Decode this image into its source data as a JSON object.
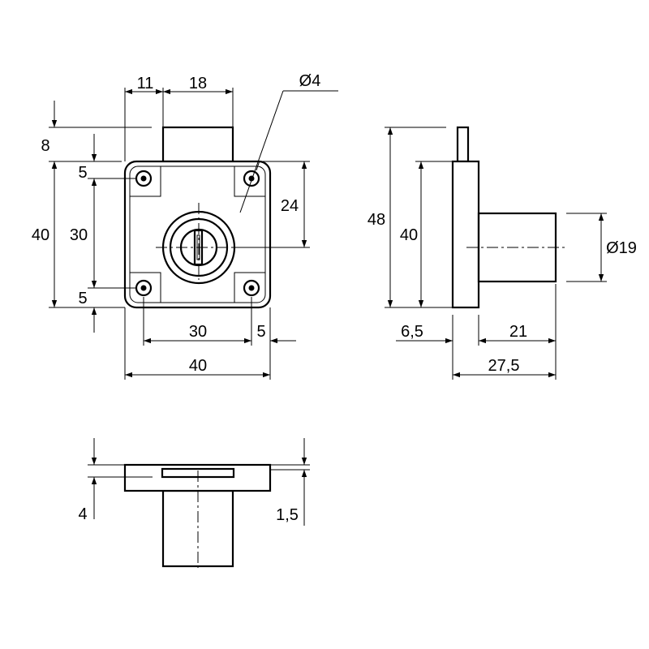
{
  "front_view": {
    "width_total": "40",
    "hole_spacing_h": "30",
    "edge_offset_right": "5",
    "width_left_offset": "11",
    "bolt_width": "18",
    "hole_diameter": "Ø4",
    "bolt_protrusion": "8",
    "height_total": "40",
    "hole_spacing_v": "30",
    "edge_offset_top": "5",
    "edge_offset_bottom": "5",
    "cylinder_center_height": "24"
  },
  "side_view": {
    "overall_height": "48",
    "plate_height": "40",
    "cylinder_diameter": "Ø19",
    "plate_thickness": "6,5",
    "cylinder_length": "21",
    "overall_depth": "27,5"
  },
  "top_view": {
    "plate_thickness": "4",
    "bolt_offset": "1,5"
  }
}
